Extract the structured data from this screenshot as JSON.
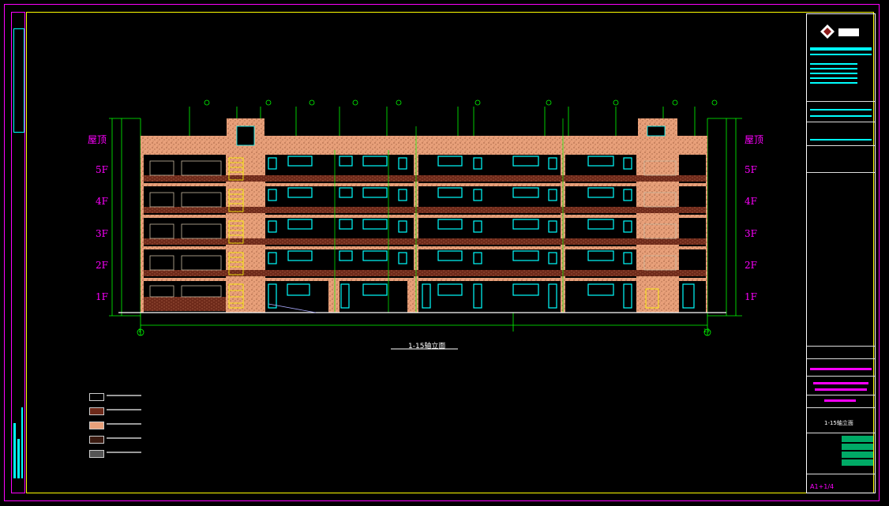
{
  "drawing": {
    "title": "1-15轴立面",
    "levels_left": [
      "屋顶",
      "5F",
      "4F",
      "3F",
      "2F",
      "1F"
    ],
    "levels_right": [
      "屋顶",
      "5F",
      "4F",
      "3F",
      "2F",
      "1F"
    ],
    "axis_left": "1",
    "axis_right": "15"
  },
  "title_block": {
    "sheet_label": "1-15轴立面",
    "sheet_number": "A1+1/4"
  },
  "colors": {
    "frame": "#ff00ff",
    "border": "#ffff00",
    "grid": "#00ff00",
    "window": "#00ffff",
    "wall": "#e8a07a",
    "brick": "#8b3a2a",
    "stair": "#ffff00"
  }
}
